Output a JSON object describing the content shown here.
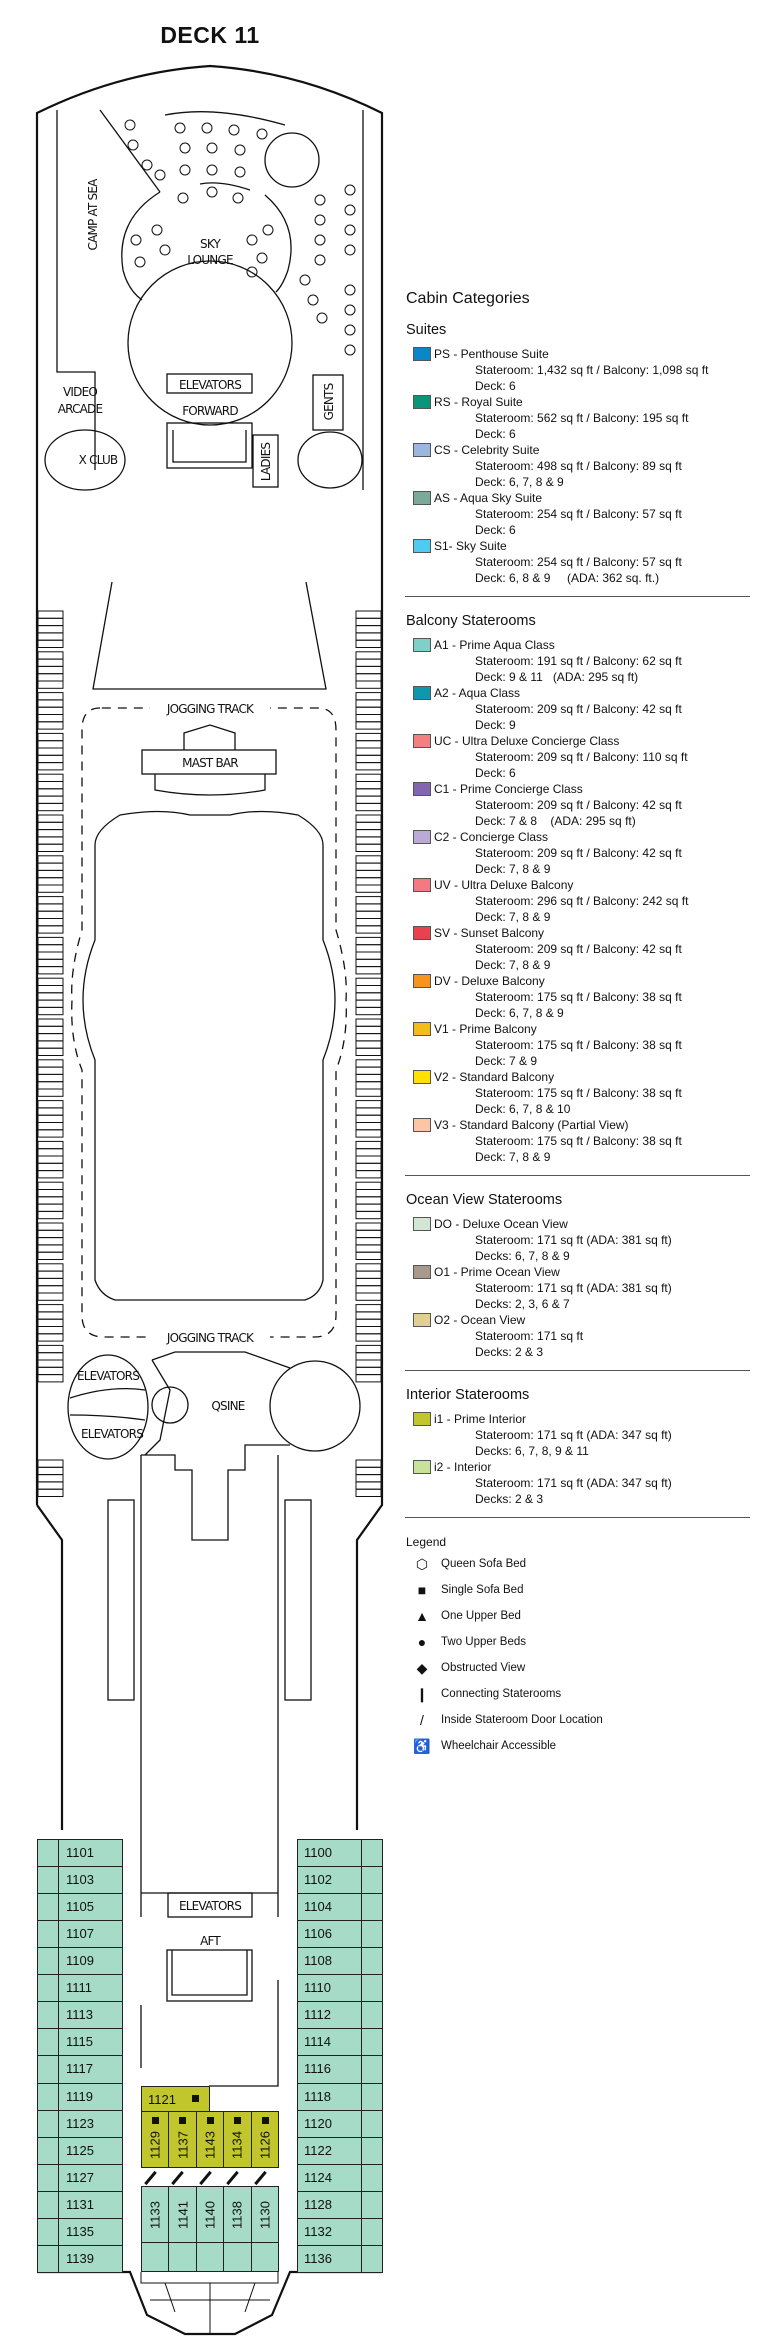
{
  "title": "DECK 11",
  "ship_labels": {
    "camp_at_sea": "CAMP AT SEA",
    "sky": "SKY",
    "lounge": "LOUNGE",
    "video": "VIDEO",
    "arcade": "ARCADE",
    "x_club": "X CLUB",
    "elevators_forward": "ELEVATORS",
    "forward": "FORWARD",
    "gents": "GENTS",
    "ladies": "LADIES",
    "jogging_track_top": "JOGGING TRACK",
    "mast_bar": "MAST BAR",
    "jogging_track_bottom": "JOGGING TRACK",
    "elevators_mid_1": "ELEVATORS",
    "elevators_mid_2": "ELEVATORS",
    "qsine": "QSINE",
    "elevators_aft": "ELEVATORS",
    "aft": "AFT"
  },
  "cabins": {
    "left": [
      "1101",
      "1103",
      "1105",
      "1107",
      "1109",
      "1111",
      "1113",
      "1115",
      "1117",
      "1119",
      "1123",
      "1125",
      "1127",
      "1131",
      "1135",
      "1139"
    ],
    "right": [
      "1100",
      "1102",
      "1104",
      "1106",
      "1108",
      "1110",
      "1112",
      "1114",
      "1116",
      "1118",
      "1120",
      "1122",
      "1124",
      "1128",
      "1132",
      "1136"
    ],
    "interior_top": "1121",
    "interior_row": [
      "1129",
      "1137",
      "1143",
      "1134",
      "1126"
    ],
    "inside_row": [
      "1133",
      "1141",
      "1140",
      "1138",
      "1130"
    ],
    "colors": {
      "A1": "#a6dbc8",
      "i1": "#c2c62d"
    }
  },
  "legend": {
    "heading": "Cabin Categories",
    "sections": [
      {
        "title": "Suites",
        "items": [
          {
            "label": "PS - Penthouse Suite",
            "line1": "Stateroom: 1,432 sq ft / Balcony: 1,098 sq ft",
            "line2": "Deck: 6",
            "color": "#0a87c9"
          },
          {
            "label": "RS - Royal Suite",
            "line1": "Stateroom: 562 sq ft / Balcony: 195 sq ft",
            "line2": "Deck: 6",
            "color": "#0a9479"
          },
          {
            "label": "CS - Celebrity Suite",
            "line1": "Stateroom: 498 sq ft / Balcony: 89 sq ft",
            "line2": "Deck: 6, 7, 8 & 9",
            "color": "#9bb7df"
          },
          {
            "label": "AS - Aqua Sky Suite",
            "line1": "Stateroom: 254 sq ft / Balcony: 57 sq ft",
            "line2": "Deck: 6",
            "color": "#7aab9a"
          },
          {
            "label": "S1- Sky Suite",
            "line1": "Stateroom: 254 sq ft / Balcony: 57 sq ft",
            "line2": "Deck: 6, 8 & 9     (ADA: 362 sq. ft.)",
            "color": "#4ecbf0"
          }
        ]
      },
      {
        "title": "Balcony Staterooms",
        "items": [
          {
            "label": "A1 - Prime Aqua Class",
            "line1": "Stateroom: 191 sq ft / Balcony: 62 sq ft",
            "line2": "Deck: 9 & 11   (ADA: 295 sq ft)",
            "color": "#80cfc8"
          },
          {
            "label": "A2 - Aqua Class",
            "line1": "Stateroom: 209 sq ft / Balcony: 42 sq ft",
            "line2": "Deck: 9",
            "color": "#0f97ad"
          },
          {
            "label": "UC - Ultra Deluxe Concierge Class",
            "line1": "Stateroom: 209 sq ft / Balcony: 110 sq ft",
            "line2": "Deck: 6",
            "color": "#f28080"
          },
          {
            "label": "C1 - Prime Concierge Class",
            "line1": "Stateroom: 209 sq ft / Balcony: 42 sq ft",
            "line2": "Deck: 7 & 8    (ADA: 295 sq ft)",
            "color": "#8266b0"
          },
          {
            "label": "C2 - Concierge Class",
            "line1": "Stateroom: 209 sq ft / Balcony: 42 sq ft",
            "line2": "Deck: 7, 8 & 9",
            "color": "#bcaad6"
          },
          {
            "label": "UV - Ultra Deluxe Balcony",
            "line1": "Stateroom: 296 sq ft / Balcony: 242 sq ft",
            "line2": "Deck: 7, 8 & 9",
            "color": "#f27a80"
          },
          {
            "label": "SV - Sunset Balcony",
            "line1": "Stateroom: 209 sq ft / Balcony: 42 sq ft",
            "line2": "Deck: 7, 8 & 9",
            "color": "#e8424e"
          },
          {
            "label": "DV - Deluxe Balcony",
            "line1": "Stateroom: 175 sq ft / Balcony: 38 sq ft",
            "line2": "Deck: 6, 7, 8 & 9",
            "color": "#f7941e"
          },
          {
            "label": "V1 - Prime Balcony",
            "line1": "Stateroom: 175 sq ft / Balcony: 38 sq ft",
            "line2": "Deck: 7 & 9",
            "color": "#f2bc1a"
          },
          {
            "label": "V2 - Standard Balcony",
            "line1": "Stateroom: 175 sq ft / Balcony: 38 sq ft",
            "line2": "Deck: 6, 7, 8 & 10",
            "color": "#ffe000"
          },
          {
            "label": "V3 - Standard Balcony (Partial View)",
            "line1": "Stateroom: 175 sq ft / Balcony: 38 sq ft",
            "line2": "Deck: 7, 8 & 9",
            "color": "#fcc5a5"
          }
        ]
      },
      {
        "title": "Ocean View Staterooms",
        "items": [
          {
            "label": "DO - Deluxe Ocean View",
            "line1": "Stateroom: 171 sq ft (ADA: 381 sq ft)",
            "line2": "Decks: 6, 7, 8 & 9",
            "color": "#d3e5d3"
          },
          {
            "label": "O1 - Prime Ocean View",
            "line1": "Stateroom: 171 sq ft (ADA: 381 sq ft)",
            "line2": "Decks: 2, 3, 6 & 7",
            "color": "#a8998c"
          },
          {
            "label": "O2 - Ocean View",
            "line1": "Stateroom: 171 sq ft",
            "line2": "Decks: 2 & 3",
            "color": "#e2cf92"
          }
        ]
      },
      {
        "title": "Interior Staterooms",
        "items": [
          {
            "label": "i1 - Prime Interior",
            "line1": "Stateroom: 171 sq ft (ADA: 347 sq ft)",
            "line2": "Decks: 6, 7, 8, 9 & 11",
            "color": "#c2c62d"
          },
          {
            "label": "i2 - Interior",
            "line1": "Stateroom: 171 sq ft (ADA: 347 sq ft)",
            "line2": "Decks: 2 & 3",
            "color": "#c9e29a"
          }
        ]
      }
    ],
    "symbols_heading": "Legend",
    "symbols": [
      {
        "icon": "hexagon",
        "glyph": "⬡",
        "label": "Queen Sofa Bed"
      },
      {
        "icon": "square",
        "glyph": "■",
        "label": "Single Sofa Bed"
      },
      {
        "icon": "triangle",
        "glyph": "▲",
        "label": "One Upper Bed"
      },
      {
        "icon": "circle",
        "glyph": "●",
        "label": "Two Upper Beds"
      },
      {
        "icon": "diamond",
        "glyph": "◆",
        "label": "Obstructed View"
      },
      {
        "icon": "bar",
        "glyph": "❙",
        "label": "Connecting Staterooms"
      },
      {
        "icon": "slash",
        "glyph": "/",
        "label": "Inside Stateroom Door Location"
      },
      {
        "icon": "wheelchair",
        "glyph": "♿",
        "label": "Wheelchair Accessible"
      }
    ]
  }
}
